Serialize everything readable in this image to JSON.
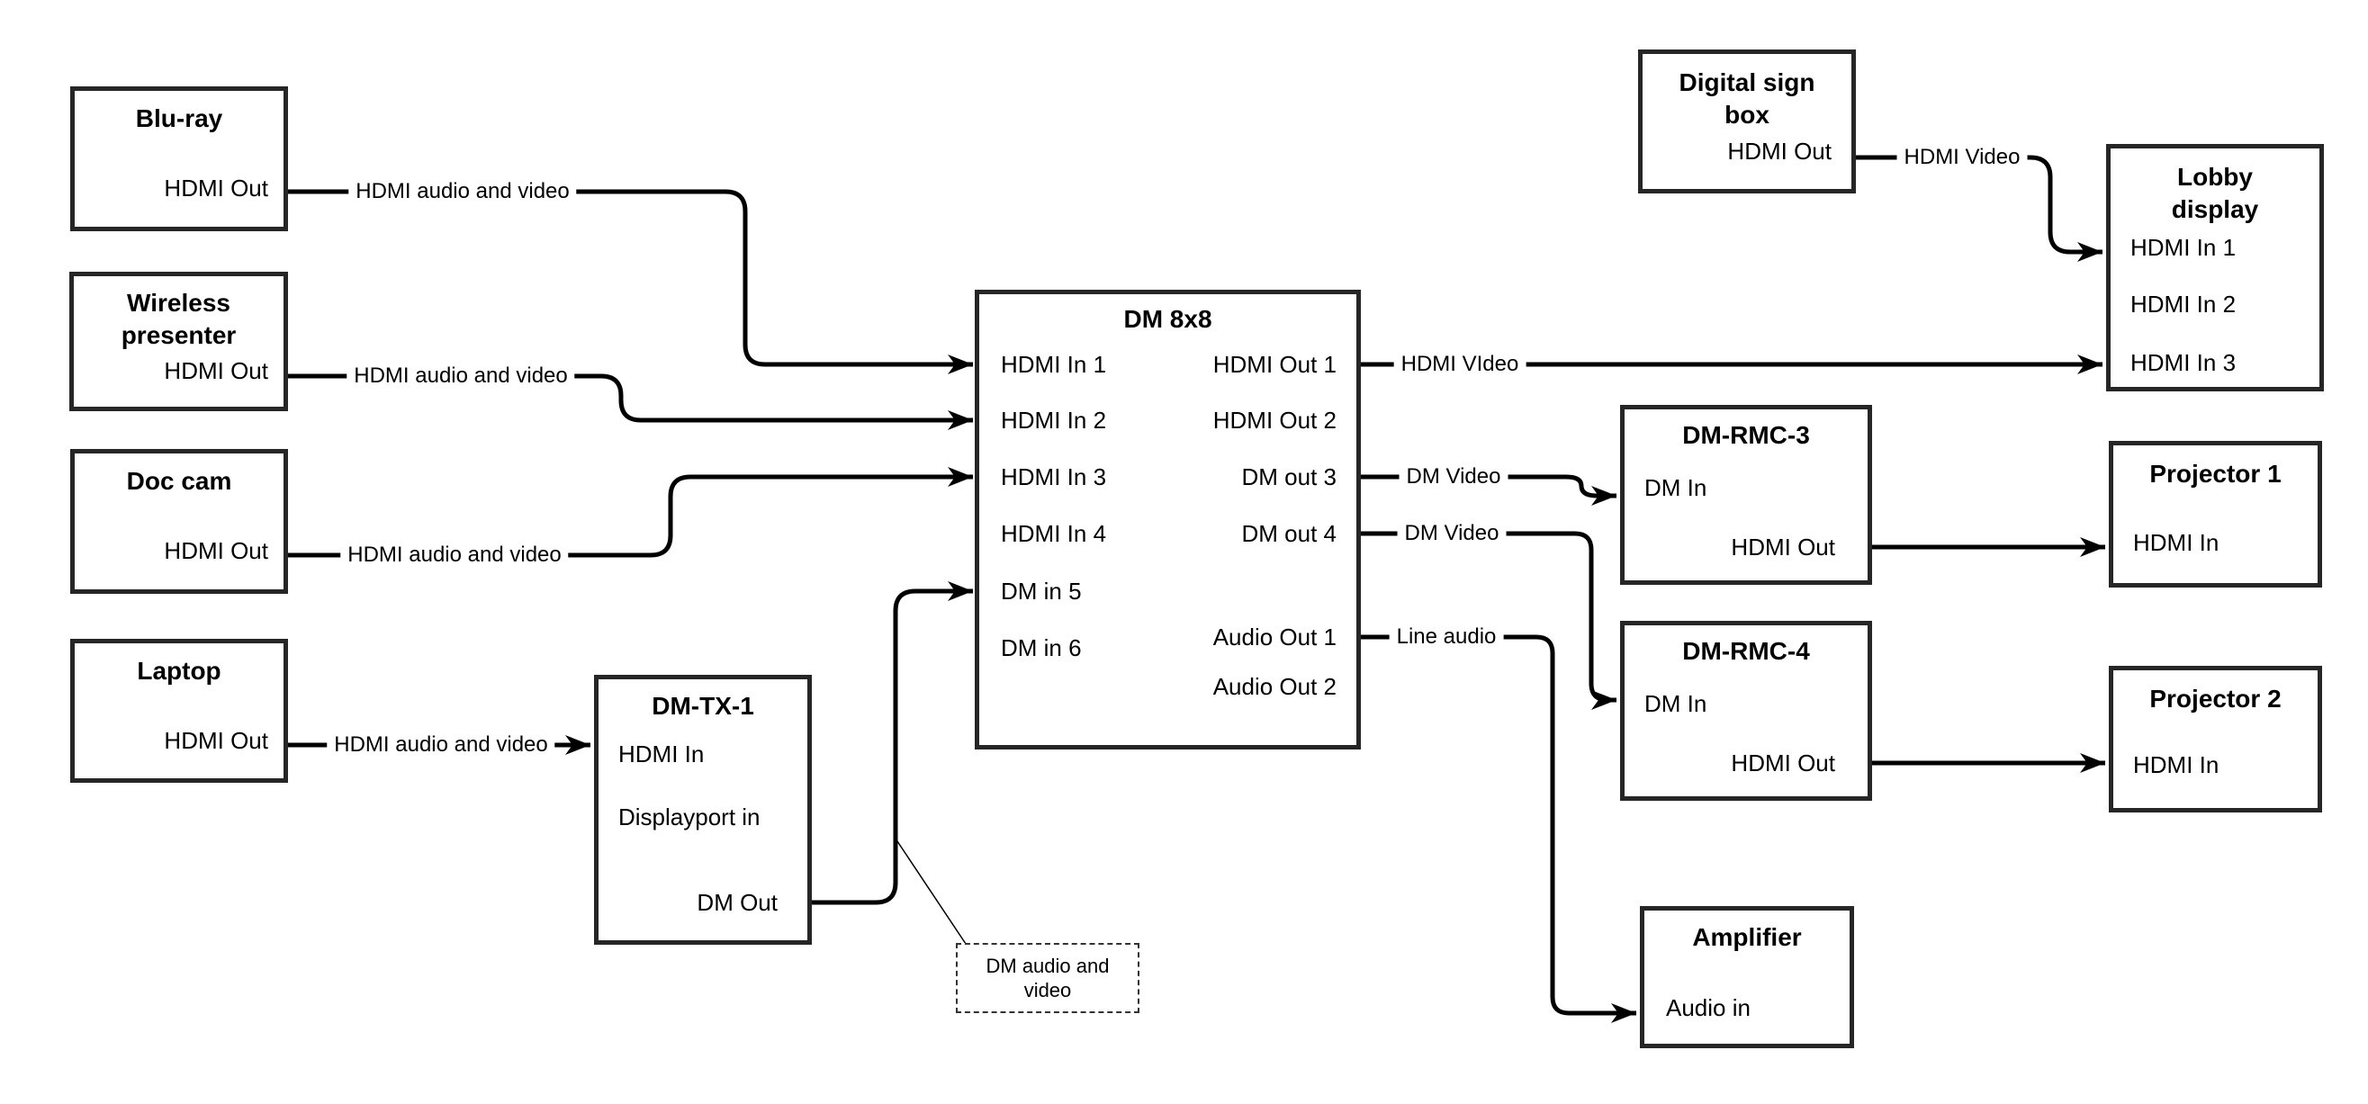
{
  "colors": {
    "background": "#ffffff",
    "wire": "#000000",
    "box_border": "#262626",
    "text": "#000000"
  },
  "nodes": {
    "bluray": {
      "title": "Blu-ray",
      "port_hdmi_out": "HDMI Out"
    },
    "wireless": {
      "title": "Wireless\npresenter",
      "port_hdmi_out": "HDMI Out"
    },
    "doccam": {
      "title": "Doc cam",
      "port_hdmi_out": "HDMI Out"
    },
    "laptop": {
      "title": "Laptop",
      "port_hdmi_out": "HDMI Out"
    },
    "dmtx1": {
      "title": "DM-TX-1",
      "port_hdmi_in": "HDMI In",
      "port_displayport_in": "Displayport in",
      "port_dm_out": "DM Out"
    },
    "dm8x8": {
      "title": "DM 8x8",
      "inputs": [
        "HDMI In 1",
        "HDMI In 2",
        "HDMI In 3",
        "HDMI In 4",
        "DM in 5",
        "DM in 6"
      ],
      "outputs": [
        "HDMI Out 1",
        "HDMI Out 2",
        "DM out 3",
        "DM out 4",
        "Audio Out 1",
        "Audio Out 2"
      ]
    },
    "digitalsign": {
      "title": "Digital sign\nbox",
      "port_hdmi_out": "HDMI Out"
    },
    "lobby": {
      "title": "Lobby\ndisplay",
      "ports": [
        "HDMI In 1",
        "HDMI In 2",
        "HDMI In 3"
      ]
    },
    "dmrmc3": {
      "title": "DM-RMC-3",
      "port_dm_in": "DM In",
      "port_hdmi_out": "HDMI Out"
    },
    "projector1": {
      "title": "Projector 1",
      "port_hdmi_in": "HDMI In"
    },
    "dmrmc4": {
      "title": "DM-RMC-4",
      "port_dm_in": "DM In",
      "port_hdmi_out": "HDMI Out"
    },
    "projector2": {
      "title": "Projector 2",
      "port_hdmi_in": "HDMI In"
    },
    "amplifier": {
      "title": "Amplifier",
      "port_audio_in": "Audio in"
    }
  },
  "wire_labels": {
    "bluray_to_dm8x8": "HDMI audio and video",
    "wireless_to_dm8x8": "HDMI audio and video",
    "doccam_to_dm8x8": "HDMI audio and video",
    "laptop_to_dmtx1": "HDMI audio and video",
    "hdmi_out1_to_lobby": "HDMI VIdeo",
    "dm_out3_to_rmc3": "DM Video",
    "dm_out4_to_rmc4": "DM Video",
    "audio_out1_to_amp": "Line audio",
    "digitalsign_to_lobby": "HDMI Video"
  },
  "note": {
    "text": "DM audio and\nvideo"
  }
}
